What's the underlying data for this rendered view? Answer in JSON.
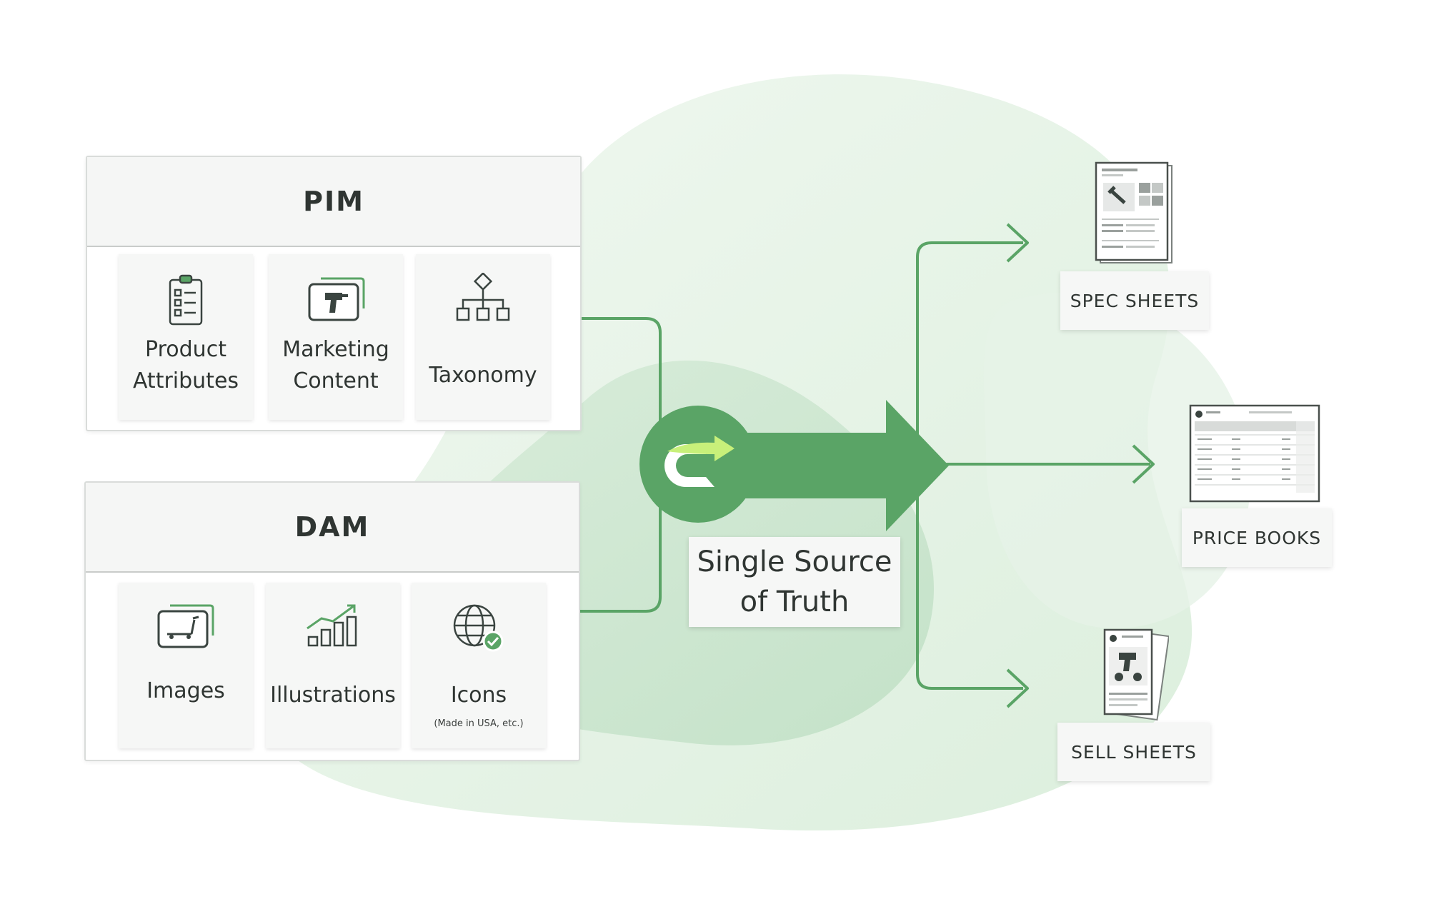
{
  "colors": {
    "accent_green": "#5aa466",
    "dark_green": "#3f8a4f",
    "lime": "#c8f07a",
    "blob_light": "#eaf5ea",
    "blob_mid": "#cfe8d2",
    "line_green": "#5aa466"
  },
  "pim": {
    "title": "PIM",
    "cards": [
      {
        "label": "Product\nAttributes",
        "icon": "clipboard-list-icon"
      },
      {
        "label": "Marketing\nContent",
        "icon": "power-drill-photo-icon"
      },
      {
        "label": "Taxonomy",
        "icon": "hierarchy-tree-icon"
      }
    ]
  },
  "dam": {
    "title": "DAM",
    "cards": [
      {
        "label": "Images",
        "icon": "pallet-jack-photo-icon"
      },
      {
        "label": "Illustrations",
        "icon": "bar-chart-growth-icon"
      },
      {
        "label": "Icons",
        "sublabel": "(Made in USA, etc.)",
        "icon": "globe-check-icon"
      }
    ]
  },
  "center": {
    "label": "Single Source\nof Truth",
    "logo_icon": "catsy-logo-icon",
    "arrow_icon": "big-right-arrow-icon"
  },
  "outputs": [
    {
      "label": "SPEC SHEETS",
      "icon": "spec-sheet-document-icon"
    },
    {
      "label": "PRICE BOOKS",
      "icon": "price-book-document-icon"
    },
    {
      "label": "SELL SHEETS",
      "icon": "sell-sheet-document-icon"
    }
  ]
}
